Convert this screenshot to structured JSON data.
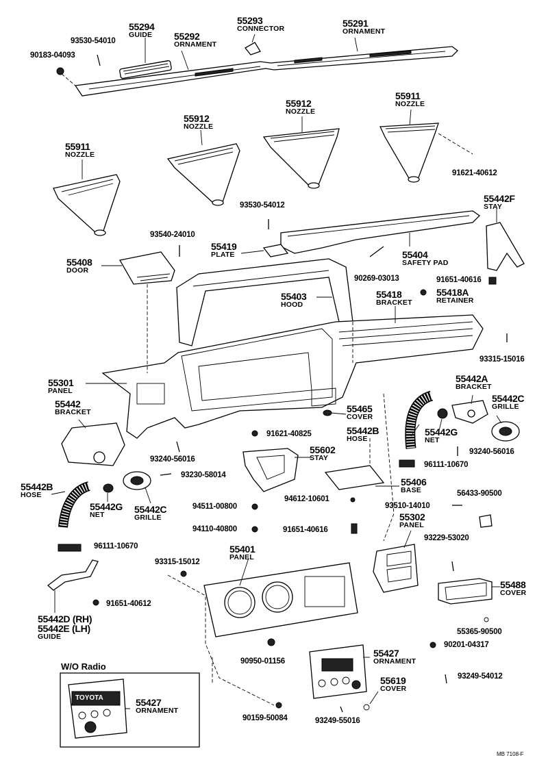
{
  "diagram": {
    "callouts": [
      {
        "id": "c55294",
        "num": "55294",
        "name": "GUIDE"
      },
      {
        "id": "c55293",
        "num": "55293",
        "name": "CONNECTOR"
      },
      {
        "id": "c55291",
        "num": "55291",
        "name": "ORNAMENT"
      },
      {
        "id": "c55292",
        "num": "55292",
        "name": "ORNAMENT"
      },
      {
        "id": "c55912a",
        "num": "55912",
        "name": "NOZZLE"
      },
      {
        "id": "c55911a",
        "num": "55911",
        "name": "NOZZLE"
      },
      {
        "id": "c55912b",
        "num": "55912",
        "name": "NOZZLE"
      },
      {
        "id": "c55911b",
        "num": "55911",
        "name": "NOZZLE"
      },
      {
        "id": "c55442f",
        "num": "55442F",
        "name": "STAY"
      },
      {
        "id": "c55419",
        "num": "55419",
        "name": "PLATE"
      },
      {
        "id": "c55404",
        "num": "55404",
        "name": "SAFETY PAD"
      },
      {
        "id": "c55408",
        "num": "55408",
        "name": "DOOR"
      },
      {
        "id": "c55403",
        "num": "55403",
        "name": "HOOD"
      },
      {
        "id": "c55418",
        "num": "55418",
        "name": "BRACKET"
      },
      {
        "id": "c55418a",
        "num": "55418A",
        "name": "RETAINER"
      },
      {
        "id": "c55301",
        "num": "55301",
        "name": "PANEL"
      },
      {
        "id": "c55442a",
        "num": "55442A",
        "name": "BRACKET"
      },
      {
        "id": "c55442c_r",
        "num": "55442C",
        "name": "GRILLE"
      },
      {
        "id": "c55442",
        "num": "55442",
        "name": "BRACKET"
      },
      {
        "id": "c55465",
        "num": "55465",
        "name": "COVER"
      },
      {
        "id": "c55442b_r",
        "num": "55442B",
        "name": "HOSE"
      },
      {
        "id": "c55442g_r",
        "num": "55442G",
        "name": "NET"
      },
      {
        "id": "c55602",
        "num": "55602",
        "name": "STAY"
      },
      {
        "id": "c55406",
        "num": "55406",
        "name": "BASE"
      },
      {
        "id": "c55442b_l",
        "num": "55442B",
        "name": "HOSE"
      },
      {
        "id": "c55442g_l",
        "num": "55442G",
        "name": "NET"
      },
      {
        "id": "c55442c_l",
        "num": "55442C",
        "name": "GRILLE"
      },
      {
        "id": "c55302",
        "num": "55302",
        "name": "PANEL"
      },
      {
        "id": "c55401",
        "num": "55401",
        "name": "PANEL"
      },
      {
        "id": "c55488",
        "num": "55488",
        "name": "COVER"
      },
      {
        "id": "c55427a",
        "num": "55427",
        "name": "ORNAMENT"
      },
      {
        "id": "c55619",
        "num": "55619",
        "name": "COVER"
      },
      {
        "id": "c55427b",
        "num": "55427",
        "name": "ORNAMENT"
      }
    ],
    "guide_55442de": {
      "line1": "55442D (RH)",
      "line2": "55442E (LH)",
      "name": "GUIDE"
    },
    "part_numbers": [
      {
        "id": "p1",
        "text": "93530-54010"
      },
      {
        "id": "p2",
        "text": "90183-04093"
      },
      {
        "id": "p3",
        "text": "91621-40612"
      },
      {
        "id": "p4",
        "text": "93530-54012"
      },
      {
        "id": "p5",
        "text": "93540-24010"
      },
      {
        "id": "p6",
        "text": "90269-03013"
      },
      {
        "id": "p7",
        "text": "91651-40616"
      },
      {
        "id": "p8",
        "text": "93315-15016"
      },
      {
        "id": "p9",
        "text": "91621-40825"
      },
      {
        "id": "p10",
        "text": "93240-56016"
      },
      {
        "id": "p11",
        "text": "93240-56016"
      },
      {
        "id": "p12",
        "text": "96111-10670"
      },
      {
        "id": "p13",
        "text": "93230-58014"
      },
      {
        "id": "p14",
        "text": "94612-10601"
      },
      {
        "id": "p15",
        "text": "56433-90500"
      },
      {
        "id": "p16",
        "text": "93510-14010"
      },
      {
        "id": "p17",
        "text": "94511-00800"
      },
      {
        "id": "p18",
        "text": "94110-40800"
      },
      {
        "id": "p19",
        "text": "91651-40616"
      },
      {
        "id": "p20",
        "text": "93229-53020"
      },
      {
        "id": "p21",
        "text": "96111-10670"
      },
      {
        "id": "p22",
        "text": "93315-15012"
      },
      {
        "id": "p23",
        "text": "91651-40612"
      },
      {
        "id": "p24",
        "text": "55365-90500"
      },
      {
        "id": "p25",
        "text": "90201-04317"
      },
      {
        "id": "p26",
        "text": "90950-01156"
      },
      {
        "id": "p27",
        "text": "93249-54012"
      },
      {
        "id": "p28",
        "text": "90159-50084"
      },
      {
        "id": "p29",
        "text": "93249-55016"
      }
    ],
    "inset_title": "W/O Radio",
    "radio_brand": "TOYOTA",
    "figure_code": "MB 7108-F"
  }
}
